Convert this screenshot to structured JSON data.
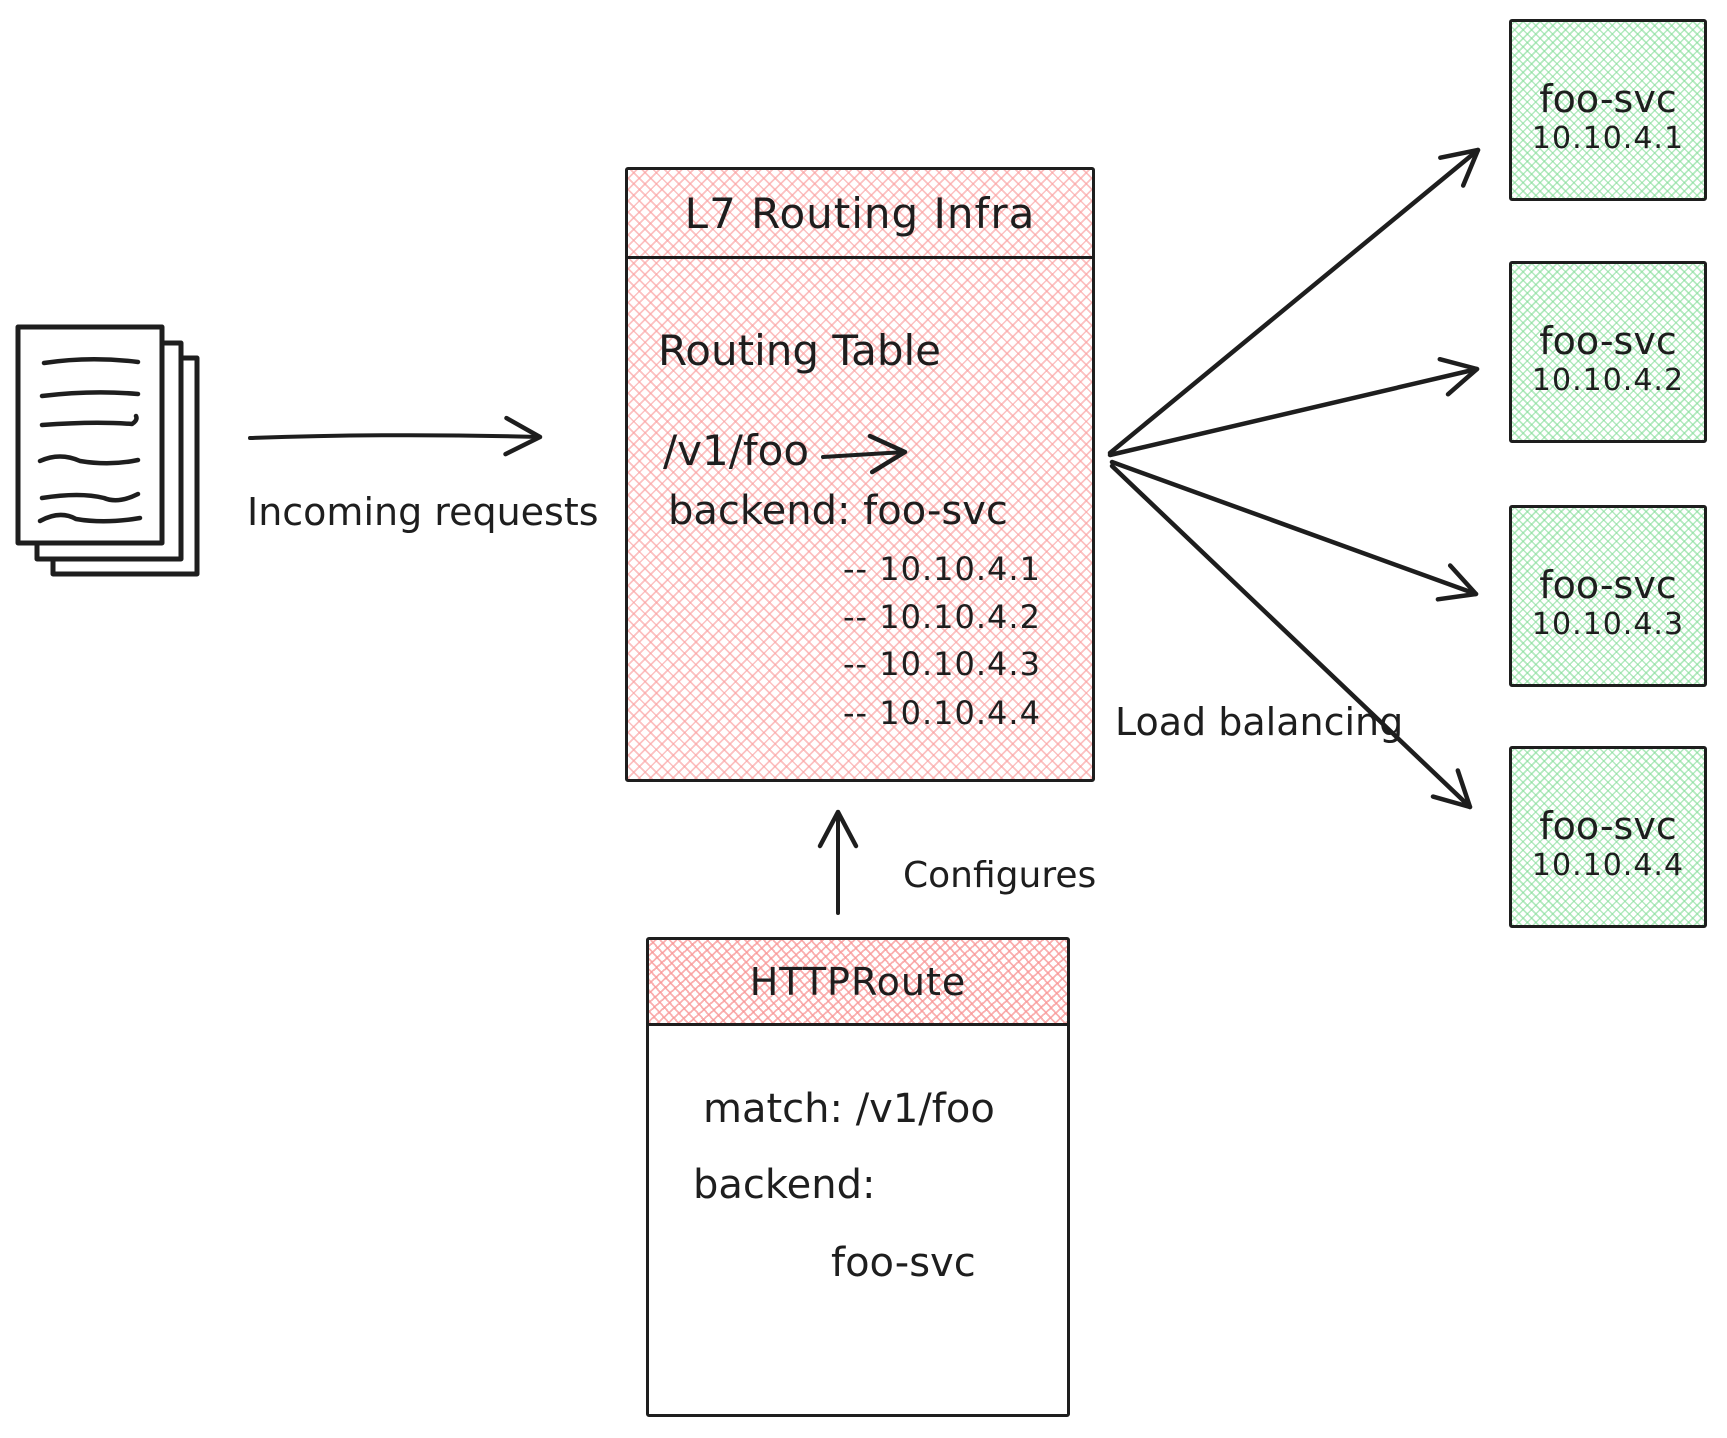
{
  "diagram": {
    "labels": {
      "incoming": "Incoming requests",
      "configures": "Configures",
      "load_balancing": "Load balancing"
    },
    "router": {
      "title": "L7 Routing Infra",
      "table_heading": "Routing Table",
      "route_path": "/v1/foo",
      "backend_line": "backend: foo-svc",
      "endpoints": [
        "-- 10.10.4.1",
        "-- 10.10.4.2",
        "-- 10.10.4.3",
        "-- 10.10.4.4"
      ]
    },
    "httproute": {
      "title": "HTTPRoute",
      "match_line": "match: /v1/foo",
      "backend_label": "backend:",
      "backend_value": "foo-svc"
    },
    "services": [
      {
        "name": "foo-svc",
        "ip": "10.10.4.1"
      },
      {
        "name": "foo-svc",
        "ip": "10.10.4.2"
      },
      {
        "name": "foo-svc",
        "ip": "10.10.4.3"
      },
      {
        "name": "foo-svc",
        "ip": "10.10.4.4"
      }
    ],
    "colors": {
      "stroke": "#1e1e1e",
      "red_fill_line": "#f9b9b9",
      "green_fill_line": "#a9e3b6",
      "background": "#ffffff"
    }
  }
}
